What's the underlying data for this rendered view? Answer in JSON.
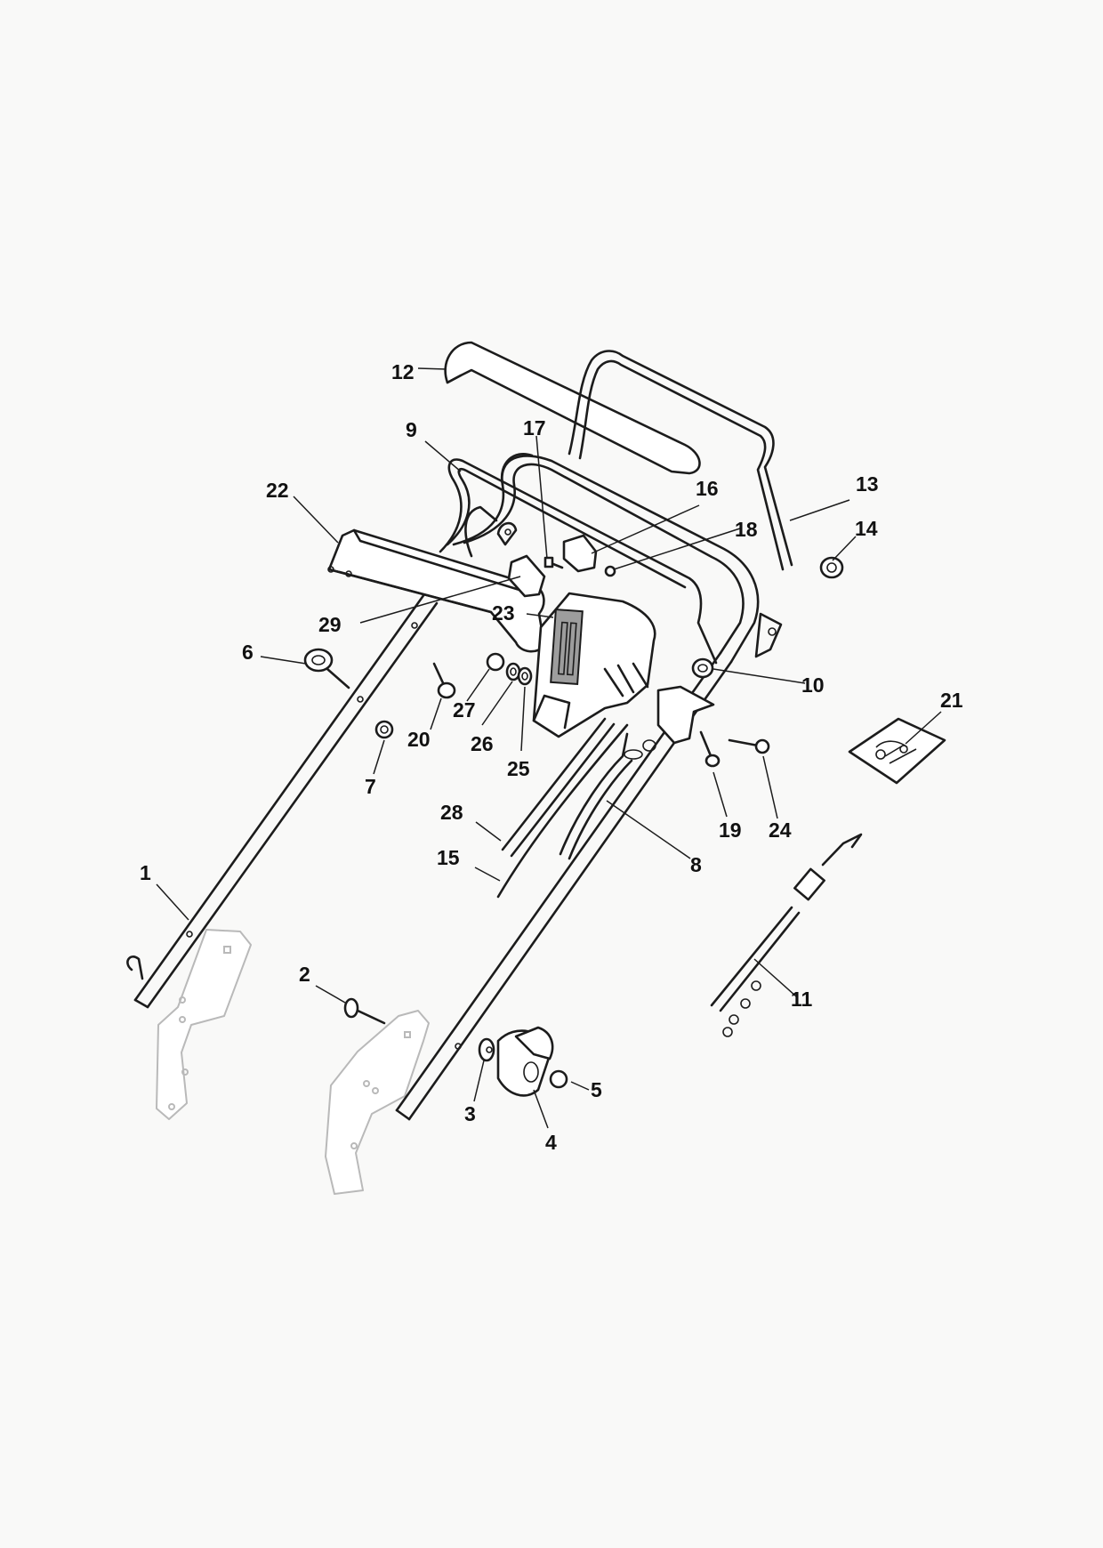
{
  "callouts": [
    {
      "id": "p1",
      "label": "1"
    },
    {
      "id": "p2",
      "label": "2"
    },
    {
      "id": "p3",
      "label": "3"
    },
    {
      "id": "p4",
      "label": "4"
    },
    {
      "id": "p5",
      "label": "5"
    },
    {
      "id": "p6",
      "label": "6"
    },
    {
      "id": "p7",
      "label": "7"
    },
    {
      "id": "p8",
      "label": "8"
    },
    {
      "id": "p9",
      "label": "9"
    },
    {
      "id": "p10",
      "label": "10"
    },
    {
      "id": "p11",
      "label": "11"
    },
    {
      "id": "p12",
      "label": "12"
    },
    {
      "id": "p13",
      "label": "13"
    },
    {
      "id": "p14",
      "label": "14"
    },
    {
      "id": "p15",
      "label": "15"
    },
    {
      "id": "p16",
      "label": "16"
    },
    {
      "id": "p17",
      "label": "17"
    },
    {
      "id": "p18",
      "label": "18"
    },
    {
      "id": "p19",
      "label": "19"
    },
    {
      "id": "p20",
      "label": "20"
    },
    {
      "id": "p21",
      "label": "21"
    },
    {
      "id": "p22",
      "label": "22"
    },
    {
      "id": "p23",
      "label": "23"
    },
    {
      "id": "p24",
      "label": "24"
    },
    {
      "id": "p25",
      "label": "25"
    },
    {
      "id": "p26",
      "label": "26"
    },
    {
      "id": "p27",
      "label": "27"
    },
    {
      "id": "p28",
      "label": "28"
    },
    {
      "id": "p29",
      "label": "29"
    }
  ]
}
